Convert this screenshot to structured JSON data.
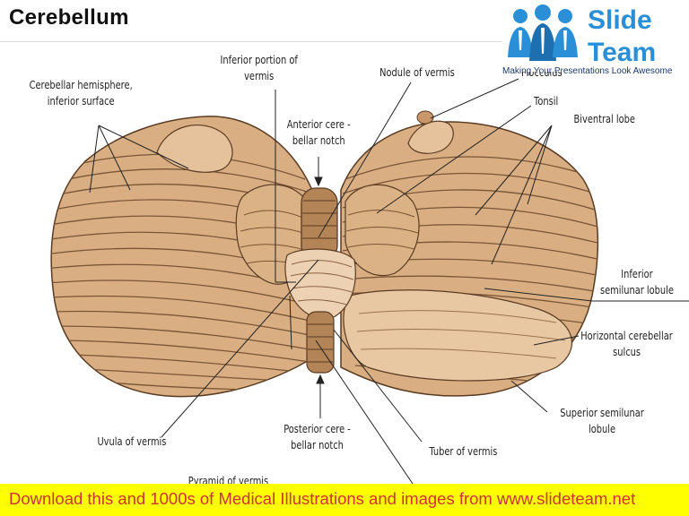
{
  "title": "Cerebellum",
  "logo": {
    "line1": "Slide",
    "line2": "Team",
    "tagline": "Making Your Presentations Look Awesome"
  },
  "labels": {
    "hemisphere_l1": "Cerebellar hemisphere,",
    "hemisphere_l2": "inferior surface",
    "inferior_vermis_l1": "Inferior portion of",
    "inferior_vermis_l2": "vermis",
    "nodule": "Nodule of vermis",
    "flocculus": "Flocculus",
    "anterior_notch_l1": "Anterior cere -",
    "anterior_notch_l2": "bellar notch",
    "tonsil": "Tonsil",
    "biventral": "Biventral lobe",
    "inferior_semilunar_l1": "Inferior",
    "inferior_semilunar_l2": "semilunar lobule",
    "horizontal_sulcus_l1": "Horizontal cerebellar",
    "horizontal_sulcus_l2": "sulcus",
    "superior_semilunar_l1": "Superior semilunar",
    "superior_semilunar_l2": "lobule",
    "uvula": "Uvula of vermis",
    "posterior_notch_l1": "Posterior cere -",
    "posterior_notch_l2": "bellar notch",
    "tuber": "Tuber of vermis",
    "pyramid": "Pyramid of vermis"
  },
  "banner": "Download this and 1000s of Medical Illustrations and images from www.slideteam.net",
  "colors": {
    "tissue": "#d9ae82",
    "tissue_light": "#e6c29c",
    "sulcus": "#7a5536",
    "outline": "#5a3b22",
    "vermis": "#b38456",
    "banner_bg": "#ffff00",
    "banner_text": "#cc3333",
    "logo_blue": "#2a8fd6"
  }
}
